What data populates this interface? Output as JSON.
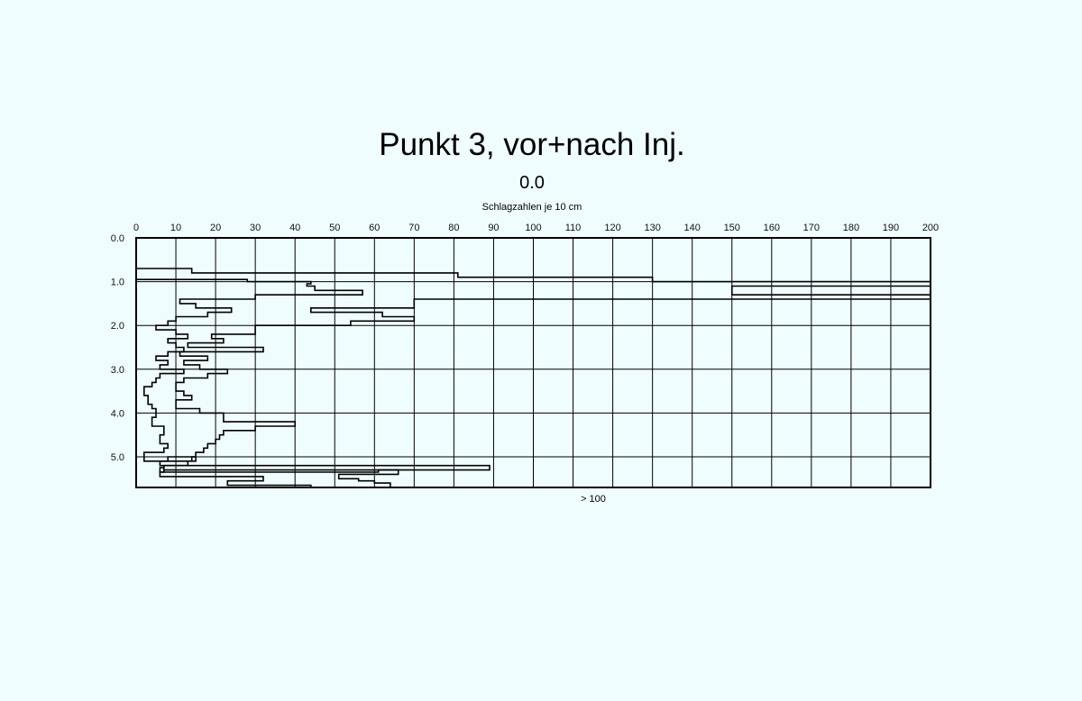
{
  "chart_data": {
    "type": "line",
    "title": "Punkt 3, vor+nach Inj.",
    "subtitle": "0.0",
    "xlabel": "Schlagzahlen je 10 cm",
    "ylabel": "",
    "xlim": [
      0,
      200
    ],
    "ylim": [
      0.0,
      5.7
    ],
    "y_inverted": true,
    "grid": true,
    "x_ticks": [
      "0",
      "10",
      "20",
      "30",
      "40",
      "50",
      "60",
      "70",
      "80",
      "90",
      "100",
      "110",
      "120",
      "130",
      "140",
      "150",
      "160",
      "170",
      "180",
      "190",
      "200"
    ],
    "y_ticks": [
      "0.0",
      "1.0",
      "2.0",
      "3.0",
      "4.0",
      "5.0"
    ],
    "note": "> 100",
    "colors": {
      "background": "#f0fdfe",
      "line": "#000000",
      "grid": "#000000"
    },
    "series": [
      {
        "steps": [
          [
            0.0,
            0.7
          ],
          [
            14,
            0.7
          ],
          [
            14,
            0.8
          ],
          [
            81,
            0.8
          ],
          [
            81,
            0.9
          ],
          [
            130,
            0.9
          ],
          [
            130,
            1.0
          ],
          [
            200,
            1.0
          ],
          [
            200,
            1.1
          ],
          [
            150,
            1.1
          ],
          [
            150,
            1.3
          ],
          [
            200,
            1.3
          ],
          [
            200,
            1.4
          ],
          [
            70,
            1.4
          ],
          [
            70,
            1.6
          ],
          [
            44,
            1.6
          ],
          [
            44,
            1.7
          ],
          [
            62,
            1.7
          ],
          [
            62,
            1.8
          ],
          [
            70,
            1.8
          ],
          [
            70,
            1.9
          ],
          [
            54,
            1.9
          ],
          [
            54,
            2.0
          ],
          [
            30,
            2.0
          ],
          [
            30,
            2.2
          ],
          [
            19,
            2.2
          ],
          [
            19,
            2.3
          ],
          [
            22,
            2.3
          ],
          [
            22,
            2.4
          ],
          [
            13,
            2.4
          ],
          [
            13,
            2.5
          ],
          [
            32,
            2.5
          ],
          [
            32,
            2.6
          ],
          [
            11,
            2.6
          ],
          [
            11,
            2.7
          ],
          [
            18,
            2.7
          ],
          [
            18,
            2.8
          ],
          [
            12,
            2.8
          ],
          [
            12,
            2.9
          ],
          [
            16,
            2.9
          ],
          [
            16,
            3.0
          ],
          [
            23,
            3.0
          ],
          [
            23,
            3.1
          ],
          [
            18,
            3.1
          ],
          [
            18,
            3.2
          ],
          [
            12,
            3.2
          ],
          [
            12,
            3.3
          ],
          [
            10,
            3.3
          ],
          [
            10,
            3.5
          ],
          [
            12,
            3.5
          ],
          [
            12,
            3.6
          ],
          [
            14,
            3.6
          ],
          [
            14,
            3.7
          ],
          [
            10,
            3.7
          ],
          [
            10,
            3.8
          ],
          [
            10,
            3.9
          ],
          [
            16,
            3.9
          ],
          [
            16,
            4.0
          ],
          [
            22,
            4.0
          ],
          [
            22,
            4.2
          ],
          [
            40,
            4.2
          ],
          [
            40,
            4.3
          ],
          [
            30,
            4.3
          ],
          [
            30,
            4.4
          ],
          [
            22,
            4.4
          ],
          [
            22,
            4.5
          ],
          [
            21,
            4.5
          ],
          [
            21,
            4.6
          ],
          [
            20,
            4.6
          ],
          [
            20,
            4.7
          ],
          [
            18,
            4.7
          ],
          [
            18,
            4.8
          ],
          [
            17,
            4.8
          ],
          [
            17,
            4.9
          ],
          [
            15,
            4.9
          ],
          [
            15,
            5.0
          ],
          [
            8,
            5.0
          ],
          [
            8,
            5.1
          ],
          [
            6,
            5.1
          ],
          [
            6,
            5.2
          ],
          [
            7,
            5.2
          ],
          [
            7,
            5.3
          ],
          [
            89,
            5.3
          ],
          [
            89,
            5.2
          ],
          [
            7,
            5.2
          ],
          [
            7,
            5.35
          ],
          [
            6,
            5.35
          ],
          [
            6,
            5.45
          ],
          [
            32,
            5.45
          ],
          [
            32,
            5.55
          ],
          [
            23,
            5.55
          ],
          [
            23,
            5.65
          ],
          [
            44,
            5.65
          ],
          [
            44,
            5.7
          ]
        ]
      },
      {
        "steps": [
          [
            0.0,
            0.95
          ],
          [
            28,
            0.95
          ],
          [
            28,
            1.0
          ],
          [
            44,
            1.0
          ],
          [
            44,
            1.05
          ],
          [
            43,
            1.05
          ],
          [
            43,
            1.1
          ],
          [
            45,
            1.1
          ],
          [
            45,
            1.2
          ],
          [
            57,
            1.2
          ],
          [
            57,
            1.3
          ],
          [
            30,
            1.3
          ],
          [
            30,
            1.4
          ],
          [
            11,
            1.4
          ],
          [
            11,
            1.5
          ],
          [
            15,
            1.5
          ],
          [
            15,
            1.6
          ],
          [
            24,
            1.6
          ],
          [
            24,
            1.7
          ],
          [
            18,
            1.7
          ],
          [
            18,
            1.8
          ],
          [
            10,
            1.8
          ],
          [
            10,
            1.9
          ],
          [
            8,
            1.9
          ],
          [
            8,
            2.0
          ],
          [
            5,
            2.0
          ],
          [
            5,
            2.1
          ],
          [
            10,
            2.1
          ],
          [
            10,
            2.2
          ],
          [
            13,
            2.2
          ],
          [
            13,
            2.3
          ],
          [
            8,
            2.3
          ],
          [
            8,
            2.4
          ],
          [
            10,
            2.4
          ],
          [
            10,
            2.5
          ],
          [
            12,
            2.5
          ],
          [
            12,
            2.6
          ],
          [
            8,
            2.6
          ],
          [
            8,
            2.7
          ],
          [
            5,
            2.7
          ],
          [
            5,
            2.8
          ],
          [
            8,
            2.8
          ],
          [
            8,
            2.9
          ],
          [
            6,
            2.9
          ],
          [
            6,
            3.0
          ],
          [
            12,
            3.0
          ],
          [
            12,
            3.1
          ],
          [
            6,
            3.1
          ],
          [
            6,
            3.2
          ],
          [
            5,
            3.2
          ],
          [
            5,
            3.3
          ],
          [
            4,
            3.3
          ],
          [
            4,
            3.4
          ],
          [
            2,
            3.4
          ],
          [
            2,
            3.6
          ],
          [
            3,
            3.6
          ],
          [
            3,
            3.8
          ],
          [
            4,
            3.8
          ],
          [
            4,
            3.9
          ],
          [
            5,
            3.9
          ],
          [
            5,
            4.1
          ],
          [
            4,
            4.1
          ],
          [
            4,
            4.3
          ],
          [
            7,
            4.3
          ],
          [
            7,
            4.5
          ],
          [
            6,
            4.5
          ],
          [
            6,
            4.7
          ],
          [
            8,
            4.7
          ],
          [
            8,
            4.8
          ],
          [
            7,
            4.8
          ],
          [
            7,
            4.9
          ],
          [
            2,
            4.9
          ],
          [
            2,
            5.1
          ],
          [
            14,
            5.1
          ],
          [
            14,
            5.0
          ],
          [
            15,
            5.0
          ],
          [
            15,
            5.1
          ],
          [
            13,
            5.1
          ],
          [
            13,
            5.2
          ],
          [
            7,
            5.2
          ],
          [
            7,
            5.25
          ],
          [
            6,
            5.25
          ],
          [
            6,
            5.35
          ],
          [
            61,
            5.35
          ],
          [
            61,
            5.3
          ],
          [
            66,
            5.3
          ],
          [
            66,
            5.4
          ],
          [
            51,
            5.4
          ],
          [
            51,
            5.5
          ],
          [
            56,
            5.5
          ],
          [
            56,
            5.55
          ],
          [
            60,
            5.55
          ],
          [
            60,
            5.6
          ],
          [
            64,
            5.6
          ],
          [
            64,
            5.7
          ]
        ]
      }
    ]
  }
}
